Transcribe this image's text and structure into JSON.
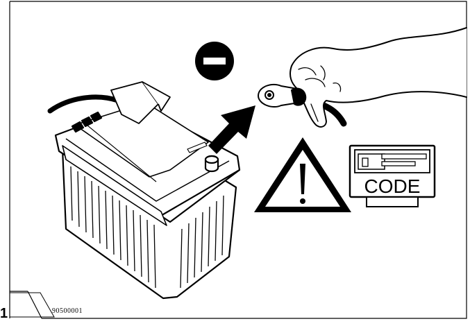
{
  "figure": {
    "number": "1",
    "code": "90500001"
  },
  "labels": {
    "code_label": "CODE"
  },
  "icons": {
    "minus_symbol": "negative-terminal-icon",
    "warning": "warning-triangle-icon",
    "radio_code": "radio-code-card-icon",
    "arrow": "arrow-icon",
    "battery": "battery-icon",
    "hand": "hand-with-cable-icon"
  },
  "colors": {
    "ink": "#000000",
    "paper": "#ffffff"
  }
}
